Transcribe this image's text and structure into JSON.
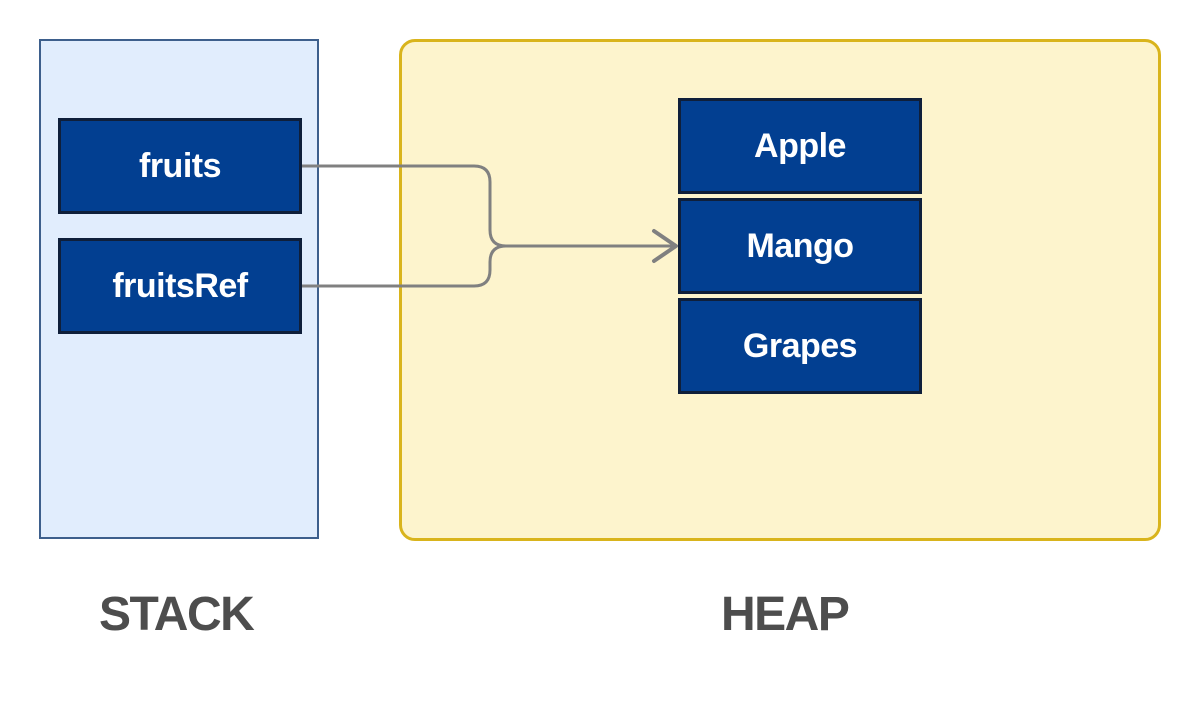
{
  "stack": {
    "label": "STACK",
    "variables": [
      "fruits",
      "fruitsRef"
    ]
  },
  "heap": {
    "label": "HEAP",
    "array_items": [
      "Apple",
      "Mango",
      "Grapes"
    ]
  },
  "colors": {
    "stack_fill": "#e1edfd",
    "stack_border": "#3d5f8c",
    "heap_fill": "#fdf4cd",
    "heap_border": "#d9b41c",
    "box_fill": "#023f91",
    "box_text": "#ffffff",
    "arrow": "#808080",
    "region_label": "#4d4d4d"
  }
}
